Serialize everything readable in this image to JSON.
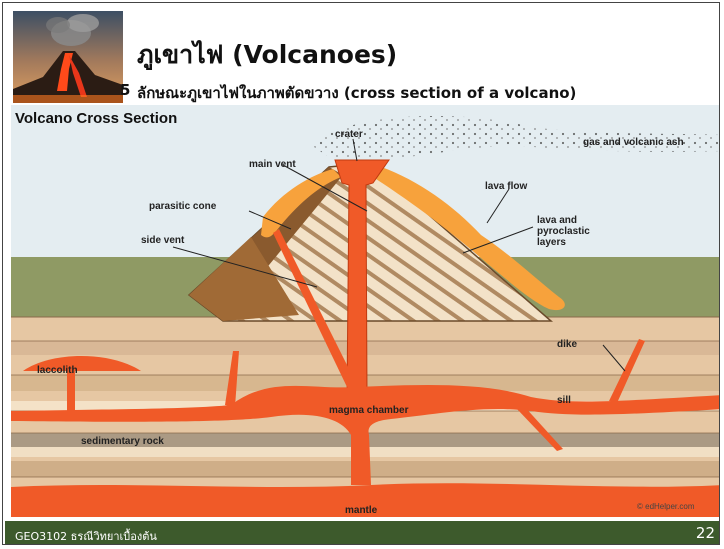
{
  "slide": {
    "title": "ภูเขาไฟ (Volcanoes)",
    "bullet": "5",
    "subtitle": "ลักษณะภูเขาไฟในภาพตัดขวาง (cross section of a volcano)"
  },
  "diagram": {
    "heading": "Volcano Cross Section",
    "labels": {
      "crater": "crater",
      "gas": "gas and volcanic ash",
      "main_vent": "main vent",
      "lava_flow": "lava flow",
      "parasitic_cone": "parasitic cone",
      "layers_1": "lava and",
      "layers_2": "pyroclastic",
      "layers_3": "layers",
      "side_vent": "side vent",
      "dike": "dike",
      "laccolith": "laccolith",
      "sill": "sill",
      "magma_chamber": "magma chamber",
      "sedimentary_rock": "sedimentary rock",
      "mantle": "mantle",
      "credit": "© edHelper.com"
    }
  },
  "footer": {
    "course": "GEO3102 ธรณีวิทยาเบื้องต้น",
    "page": "22"
  },
  "colors": {
    "footer_bg": "#3d5a2c",
    "magma": "#f05a28",
    "lava": "#f7a23c",
    "sky": "#e4edf1",
    "ground": "#8f9a64"
  }
}
